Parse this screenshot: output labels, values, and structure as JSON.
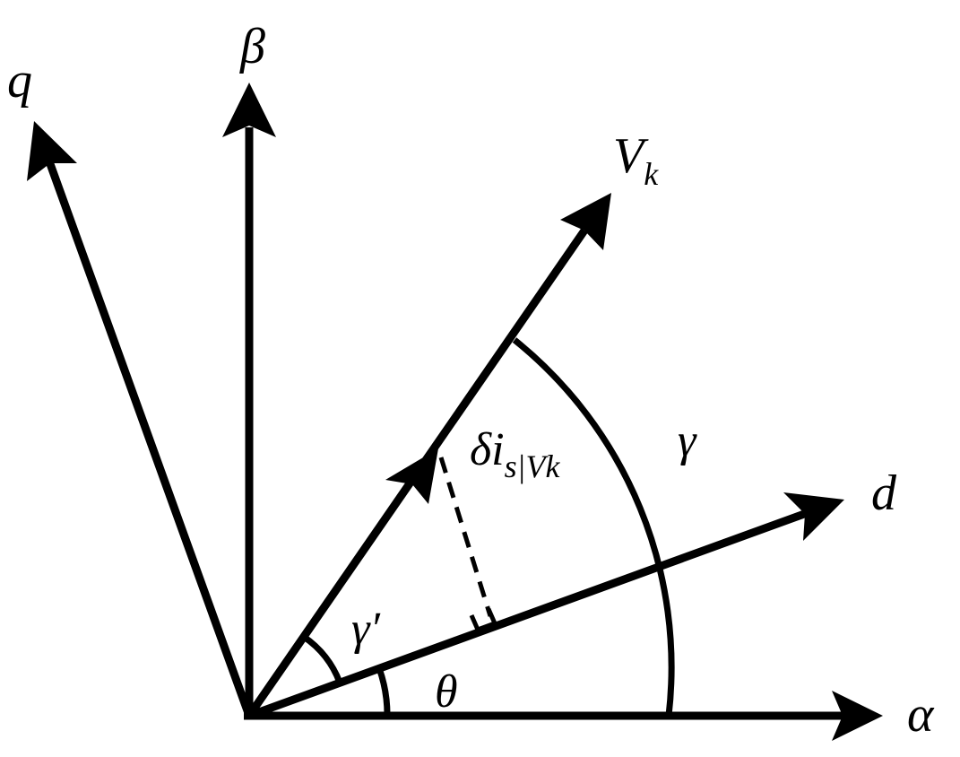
{
  "diagram": {
    "axes": {
      "alpha": "α",
      "beta": "β",
      "d": "d",
      "q": "q",
      "vk": {
        "base": "V",
        "sub": "k"
      }
    },
    "angles": {
      "gamma": "γ",
      "gamma_prime": "γ′",
      "theta": "θ"
    },
    "projection": {
      "delta": "δ",
      "i": "i",
      "sub": "s|Vk"
    }
  }
}
